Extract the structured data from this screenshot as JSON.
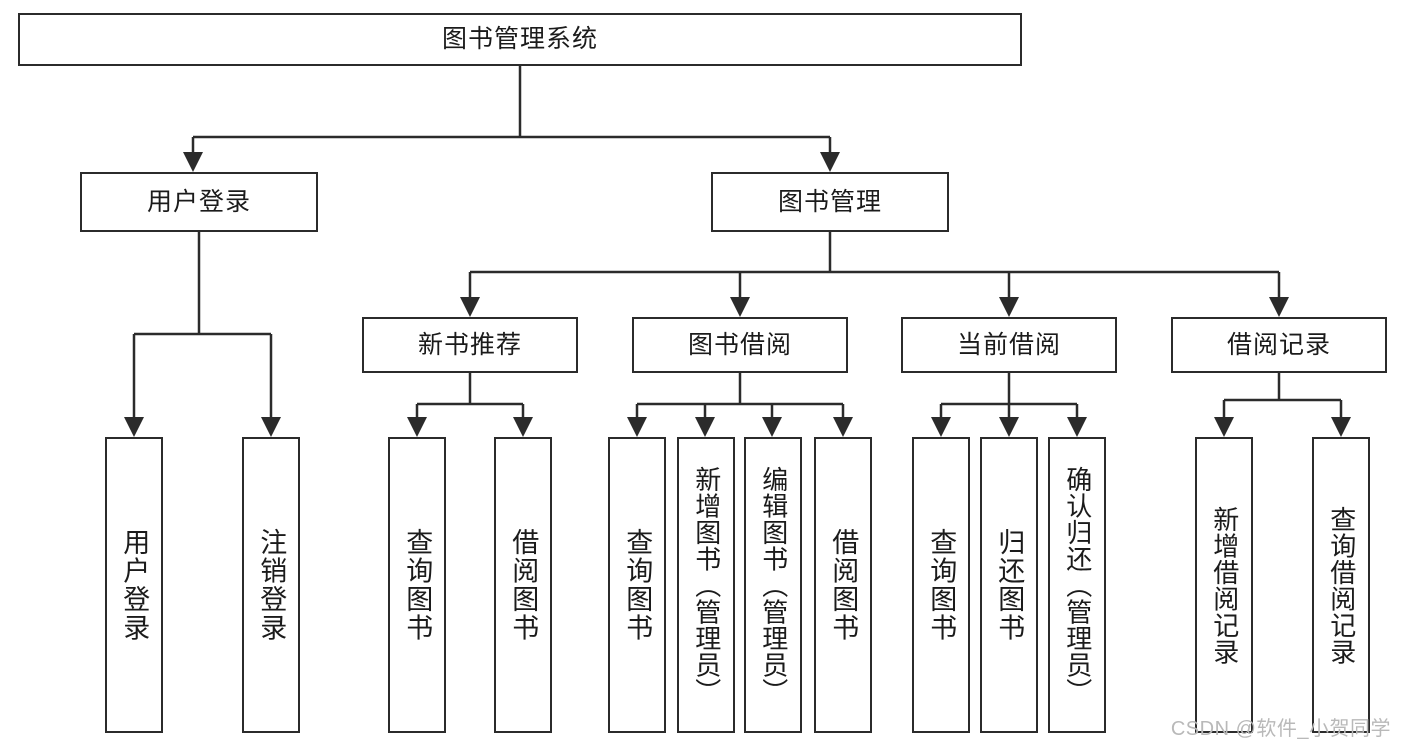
{
  "diagram": {
    "type": "tree-hierarchy",
    "title": "图书管理系统",
    "root": {
      "id": "root",
      "label": "图书管理系统",
      "orientation": "horizontal"
    },
    "level2": [
      {
        "id": "user-login",
        "label": "用户登录",
        "orientation": "horizontal"
      },
      {
        "id": "book-management",
        "label": "图书管理",
        "orientation": "horizontal"
      }
    ],
    "level3": [
      {
        "id": "new-book-recommend",
        "label": "新书推荐",
        "orientation": "horizontal",
        "parent": "book-management"
      },
      {
        "id": "book-borrow",
        "label": "图书借阅",
        "orientation": "horizontal",
        "parent": "book-management"
      },
      {
        "id": "current-borrow",
        "label": "当前借阅",
        "orientation": "horizontal",
        "parent": "book-management"
      },
      {
        "id": "borrow-record",
        "label": "借阅记录",
        "orientation": "horizontal",
        "parent": "book-management"
      }
    ],
    "leaves": [
      {
        "id": "leaf-user-login",
        "label": "用户登录",
        "parent": "user-login"
      },
      {
        "id": "leaf-logout-login",
        "label": "注销登录",
        "parent": "user-login"
      },
      {
        "id": "leaf-query-book-1",
        "label": "查询图书",
        "parent": "new-book-recommend"
      },
      {
        "id": "leaf-borrow-book-1",
        "label": "借阅图书",
        "parent": "new-book-recommend"
      },
      {
        "id": "leaf-query-book-2",
        "label": "查询图书",
        "parent": "book-borrow"
      },
      {
        "id": "leaf-add-book-admin",
        "label": "新增图书（管理员）",
        "parent": "book-borrow"
      },
      {
        "id": "leaf-edit-book-admin",
        "label": "编辑图书（管理员）",
        "parent": "book-borrow"
      },
      {
        "id": "leaf-borrow-book-2",
        "label": "借阅图书",
        "parent": "book-borrow"
      },
      {
        "id": "leaf-query-book-3",
        "label": "查询图书",
        "parent": "current-borrow"
      },
      {
        "id": "leaf-return-book",
        "label": "归还图书",
        "parent": "current-borrow"
      },
      {
        "id": "leaf-confirm-return-admin",
        "label": "确认归还（管理员）",
        "parent": "current-borrow"
      },
      {
        "id": "leaf-add-borrow-record",
        "label": "新增借阅记录",
        "parent": "borrow-record"
      },
      {
        "id": "leaf-query-borrow-record",
        "label": "查询借阅记录",
        "parent": "borrow-record"
      }
    ]
  },
  "watermark": {
    "text": "CSDN @软件_小贺同学"
  },
  "colors": {
    "stroke": "#2b2b2b",
    "background": "#ffffff",
    "text": "#1b1b1b",
    "watermark": "#b9b9b9"
  }
}
